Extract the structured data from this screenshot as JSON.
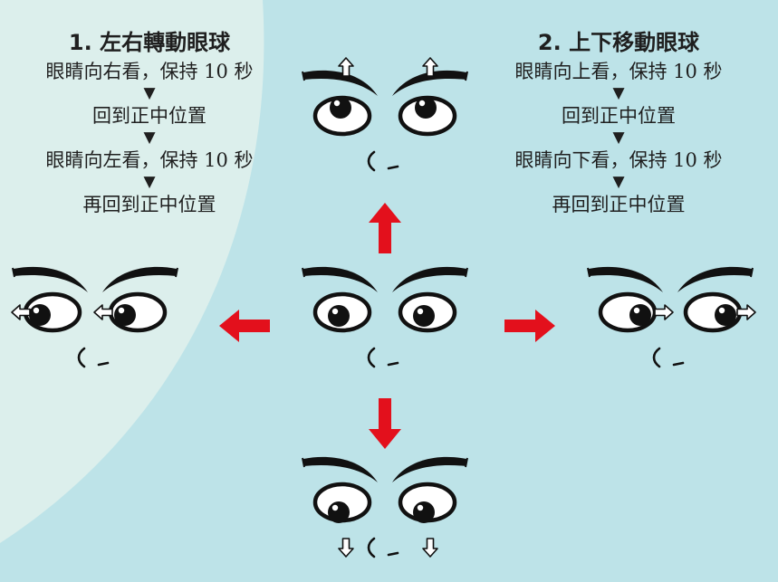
{
  "colors": {
    "background": "#bde3e8",
    "background_left": "#dcefec",
    "arrow": "#e3101c",
    "ink": "#111111",
    "eye_fill": "#ffffff"
  },
  "left_panel": {
    "title": "1. 左右轉動眼球",
    "steps": [
      "眼睛向右看，保持 10 秒",
      "回到正中位置",
      "眼睛向左看，保持 10 秒",
      "再回到正中位置"
    ],
    "separator": "▼"
  },
  "right_panel": {
    "title": "2. 上下移動眼球",
    "steps": [
      "眼睛向上看，保持 10 秒",
      "回到正中位置",
      "眼睛向下看，保持 10 秒",
      "再回到正中位置"
    ],
    "separator": "▼"
  },
  "faces": [
    {
      "id": "face-up",
      "gaze": "up"
    },
    {
      "id": "face-center",
      "gaze": "center"
    },
    {
      "id": "face-left",
      "gaze": "left"
    },
    {
      "id": "face-right",
      "gaze": "right"
    },
    {
      "id": "face-down",
      "gaze": "down"
    }
  ],
  "arrows": [
    {
      "id": "arrow-up",
      "direction": "up"
    },
    {
      "id": "arrow-left",
      "direction": "left"
    },
    {
      "id": "arrow-right",
      "direction": "right"
    },
    {
      "id": "arrow-down",
      "direction": "down"
    }
  ]
}
